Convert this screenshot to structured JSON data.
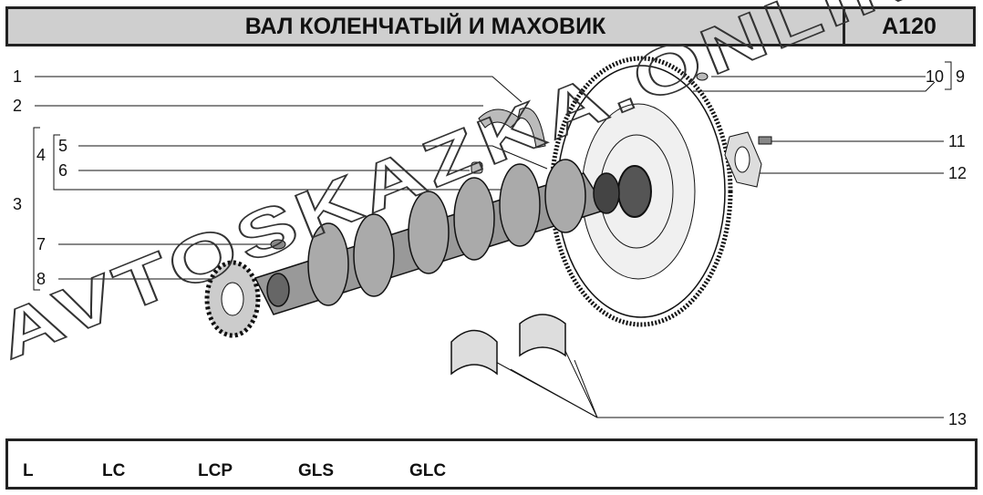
{
  "header": {
    "title": "ВАЛ КОЛЕНЧАТЫЙ И МАХОВИК",
    "code": "A120"
  },
  "callouts": [
    "1",
    "2",
    "3",
    "4",
    "5",
    "6",
    "7",
    "8",
    "9",
    "10",
    "11",
    "12",
    "13"
  ],
  "watermark": "AVTOSKAZKA.ONLINE",
  "footer": {
    "models": [
      "L",
      "LC",
      "LCP",
      "GLS",
      "GLC"
    ]
  }
}
